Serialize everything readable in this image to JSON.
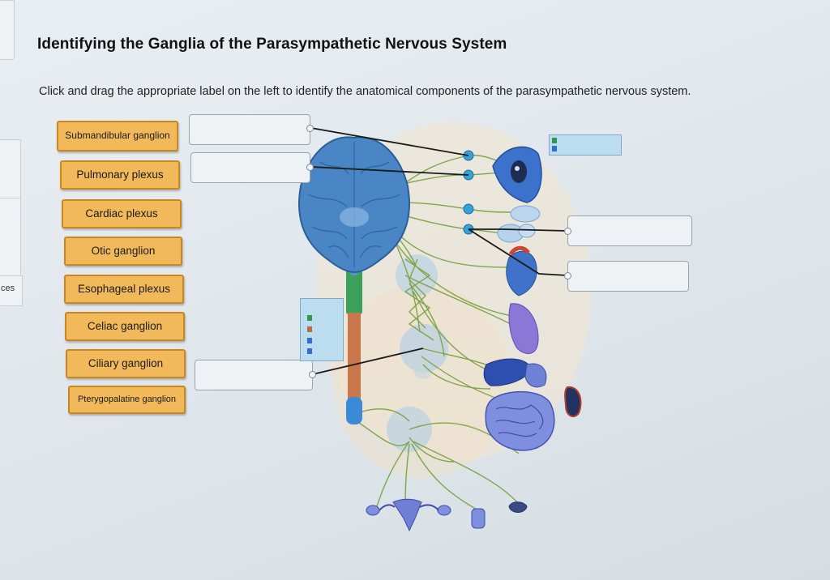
{
  "page": {
    "title": "Identifying the Ganglia of the Parasympathetic Nervous System",
    "instructions": "Click and drag the appropriate label on the left to identify the anatomical components of the parasympathetic nervous system.",
    "side_tab_text": "ces"
  },
  "labels": [
    {
      "text": "Submandibular ganglion"
    },
    {
      "text": "Pulmonary plexus"
    },
    {
      "text": "Cardiac plexus"
    },
    {
      "text": "Otic ganglion"
    },
    {
      "text": "Esophageal plexus"
    },
    {
      "text": "Celiac ganglion"
    },
    {
      "text": "Ciliary ganglion"
    },
    {
      "text": "Pterygopalatine ganglion"
    }
  ],
  "colors": {
    "label_fill": "#f2b95a",
    "label_border": "#c88720",
    "nerve": "#7fa64a",
    "brain": "#4a86c5",
    "spinal_cervical": "#3aa05a",
    "spinal_lumbar": "#c9774a",
    "spinal_sacral": "#3b8ad8",
    "ganglion_glow": "#a9cce8",
    "leader_line": "#1a1a1a",
    "legend_bg": "#bcdcf0",
    "legend_green": "#2e9a4e",
    "legend_blue": "#2f6fd0",
    "legend_brown": "#b86f3e"
  },
  "icons": [
    "eye-icon",
    "salivary-gland-icon",
    "heart-icon",
    "lung-icon",
    "liver-stomach-icon",
    "intestine-icon",
    "kidney-icon",
    "reproductive-organ-icon",
    "bladder-icon"
  ]
}
